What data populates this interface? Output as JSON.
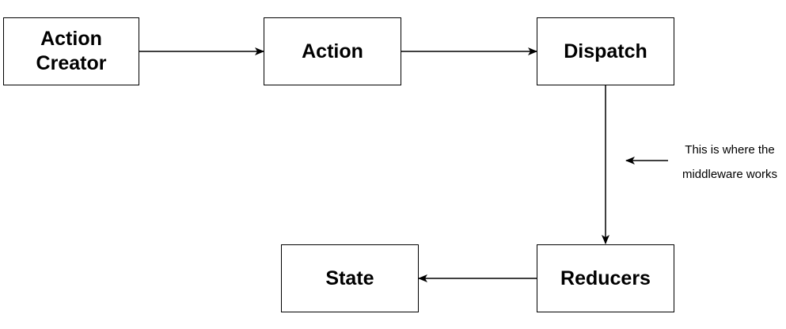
{
  "nodes": {
    "action_creator": "Action\nCreator",
    "action": "Action",
    "dispatch": "Dispatch",
    "reducers": "Reducers",
    "state": "State"
  },
  "annotation": {
    "line1": "This is where the",
    "line2": "middleware works"
  },
  "colors": {
    "stroke": "#000000",
    "background": "#ffffff"
  }
}
